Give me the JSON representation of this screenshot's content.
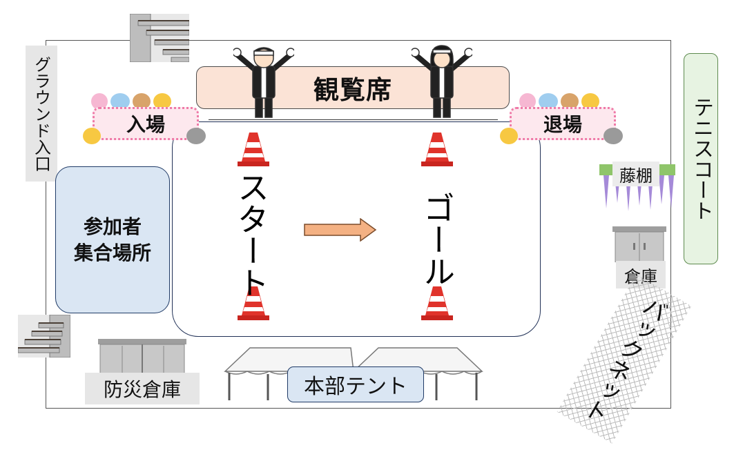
{
  "labels": {
    "ground_entrance": "グラウンド入口",
    "seating": "観覧席",
    "entrance": "入場",
    "exit": "退場",
    "gathering_line1": "参加者",
    "gathering_line2": "集合場所",
    "start": "スタート",
    "goal": "ゴール",
    "tennis_court": "テニスコート",
    "wisteria": "藤棚",
    "storage": "倉庫",
    "disaster_storage": "防災倉庫",
    "hq_tent": "本部テント",
    "backstop": "バックネット"
  },
  "icons": {
    "stairs": "stairs-icon",
    "cone": "traffic-cone-icon",
    "cheerleader": "cheerleader-icon",
    "arrow": "arrow-right-icon",
    "tent": "tent-icon",
    "shed": "storage-shed-icon",
    "wisteria": "wisteria-icon",
    "animals": "animal-banner-icon"
  },
  "colors": {
    "seating_fill": "#fbe3d6",
    "gathering_fill": "#dae6f3",
    "tennis_fill": "#e7f3e2",
    "arrow_fill": "#f4b183",
    "cone_red": "#e0332b"
  }
}
